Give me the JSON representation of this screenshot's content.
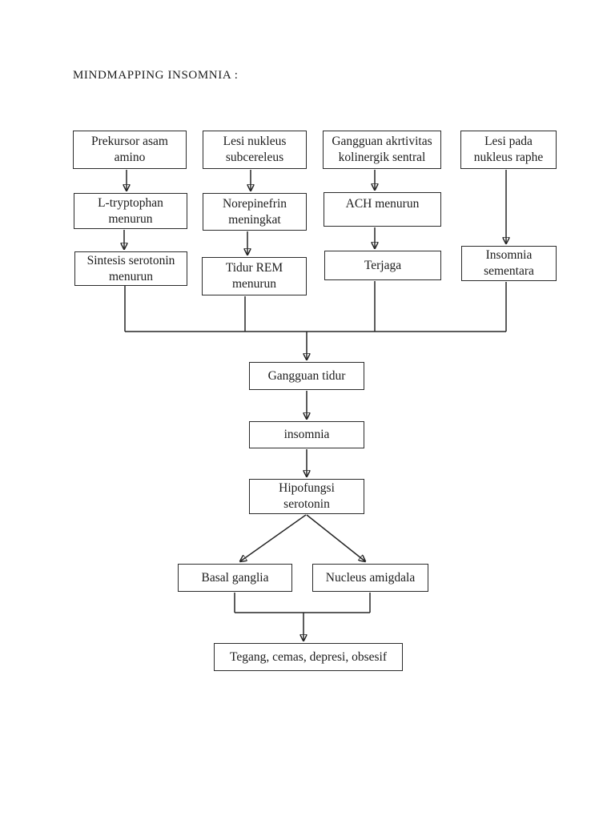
{
  "title": "MINDMAPPING INSOMNIA :",
  "colors": {
    "ink": "#262626",
    "background": "#ffffff"
  },
  "diagram": {
    "nodes": {
      "prekursor_asam_amino": {
        "label": "Prekursor asam\namino"
      },
      "lesi_nukleus_subcereleus": {
        "label": "Lesi nukleus\nsubcereleus"
      },
      "gangguan_akrtivitas_kolinergik_sentral": {
        "label": "Gangguan akrtivitas\nkolinergik sentral"
      },
      "lesi_pada_nukleus_raphe": {
        "label": "Lesi pada\nnukleus raphe"
      },
      "l_tryptophan_menurun": {
        "label": "L-tryptophan\nmenurun"
      },
      "norepinefrin_meningkat": {
        "label": "Norepinefrin\nmeningkat"
      },
      "ach_menurun": {
        "label": "ACH menurun"
      },
      "sintesis_serotonin_menurun": {
        "label": "Sintesis serotonin\nmenurun"
      },
      "tidur_rem_menurun": {
        "label": "Tidur REM\nmenurun"
      },
      "terjaga": {
        "label": "Terjaga"
      },
      "insomnia_sementara": {
        "label": "Insomnia\nsementara"
      },
      "gangguan_tidur": {
        "label": "Gangguan tidur"
      },
      "insomnia": {
        "label": "insomnia"
      },
      "hipofungsi_serotonin": {
        "label": "Hipofungsi\nserotonin"
      },
      "basal_ganglia": {
        "label": "Basal ganglia"
      },
      "nucleus_amigdala": {
        "label": "Nucleus amigdala"
      },
      "tegang_cemas_depresi_obsesif": {
        "label": "Tegang, cemas, depresi, obsesif"
      }
    },
    "edges": [
      {
        "from": "prekursor_asam_amino",
        "to": "l_tryptophan_menurun"
      },
      {
        "from": "l_tryptophan_menurun",
        "to": "sintesis_serotonin_menurun"
      },
      {
        "from": "lesi_nukleus_subcereleus",
        "to": "norepinefrin_meningkat"
      },
      {
        "from": "norepinefrin_meningkat",
        "to": "tidur_rem_menurun"
      },
      {
        "from": "gangguan_akrtivitas_kolinergik_sentral",
        "to": "ach_menurun"
      },
      {
        "from": "ach_menurun",
        "to": "terjaga"
      },
      {
        "from": "lesi_pada_nukleus_raphe",
        "to": "insomnia_sementara"
      },
      {
        "from": "sintesis_serotonin_menurun",
        "to": "gangguan_tidur"
      },
      {
        "from": "tidur_rem_menurun",
        "to": "gangguan_tidur"
      },
      {
        "from": "terjaga",
        "to": "gangguan_tidur"
      },
      {
        "from": "insomnia_sementara",
        "to": "gangguan_tidur"
      },
      {
        "from": "gangguan_tidur",
        "to": "insomnia"
      },
      {
        "from": "insomnia",
        "to": "hipofungsi_serotonin"
      },
      {
        "from": "hipofungsi_serotonin",
        "to": "basal_ganglia"
      },
      {
        "from": "hipofungsi_serotonin",
        "to": "nucleus_amigdala"
      },
      {
        "from": "basal_ganglia",
        "to": "tegang_cemas_depresi_obsesif"
      },
      {
        "from": "nucleus_amigdala",
        "to": "tegang_cemas_depresi_obsesif"
      }
    ]
  }
}
